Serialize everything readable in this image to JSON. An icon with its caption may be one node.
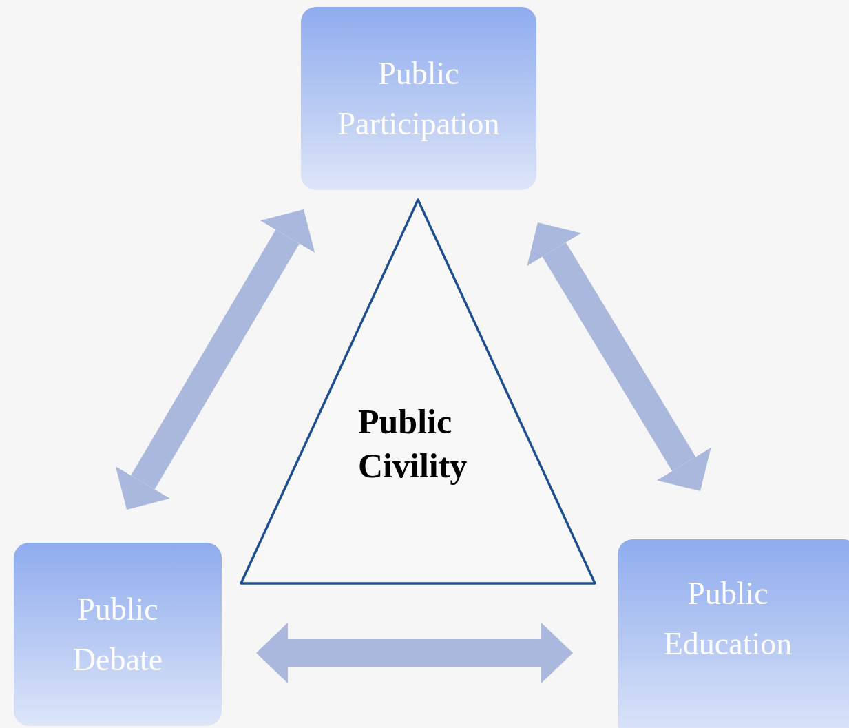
{
  "diagram": {
    "nodes": [
      {
        "text": [
          "Public Participation"
        ]
      },
      {
        "text": [
          "Public Debate"
        ]
      },
      {
        "text": [
          "Public Education"
        ]
      },
      {
        "text": [
          "Public Civility"
        ]
      }
    ],
    "edges": [
      {
        "from": 0,
        "to": 1,
        "arrow": "both"
      },
      {
        "from": 0,
        "to": 2,
        "arrow": "both"
      },
      {
        "from": 1,
        "to": 2,
        "arrow": "both"
      }
    ]
  }
}
